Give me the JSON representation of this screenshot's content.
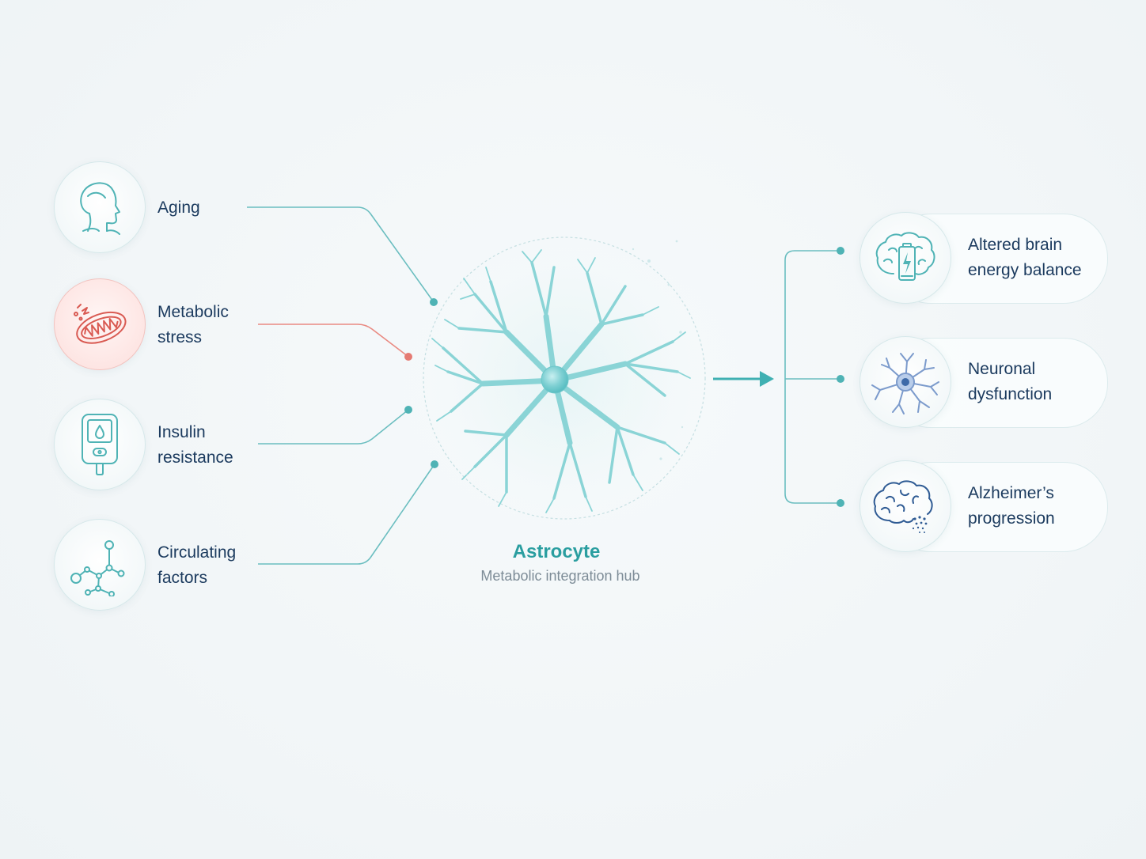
{
  "colors": {
    "teal": "#4fb3b5",
    "navy": "#1b3a5e",
    "alert_red": "#e07a72",
    "subtext": "#7d8c97",
    "blue_icon": "#3e6aa8"
  },
  "inputs": [
    {
      "label_line1": "Aging",
      "label_line2": "",
      "icon": "head-profile-icon"
    },
    {
      "label_line1": "Metabolic",
      "label_line2": "stress",
      "icon": "mitochondria-icon"
    },
    {
      "label_line1": "Insulin",
      "label_line2": "resistance",
      "icon": "glucose-meter-icon"
    },
    {
      "label_line1": "Circulating",
      "label_line2": "factors",
      "icon": "molecule-icon"
    }
  ],
  "hub": {
    "title": "Astrocyte",
    "subtitle": "Metabolic integration hub",
    "icon": "astrocyte-cell-icon"
  },
  "outputs": [
    {
      "label_line1": "Altered brain",
      "label_line2": "energy balance",
      "icon": "brain-battery-icon"
    },
    {
      "label_line1": "Neuronal",
      "label_line2": "dysfunction",
      "icon": "neuron-icon"
    },
    {
      "label_line1": "Alzheimer’s",
      "label_line2": "progression",
      "icon": "brain-degeneration-icon"
    }
  ]
}
